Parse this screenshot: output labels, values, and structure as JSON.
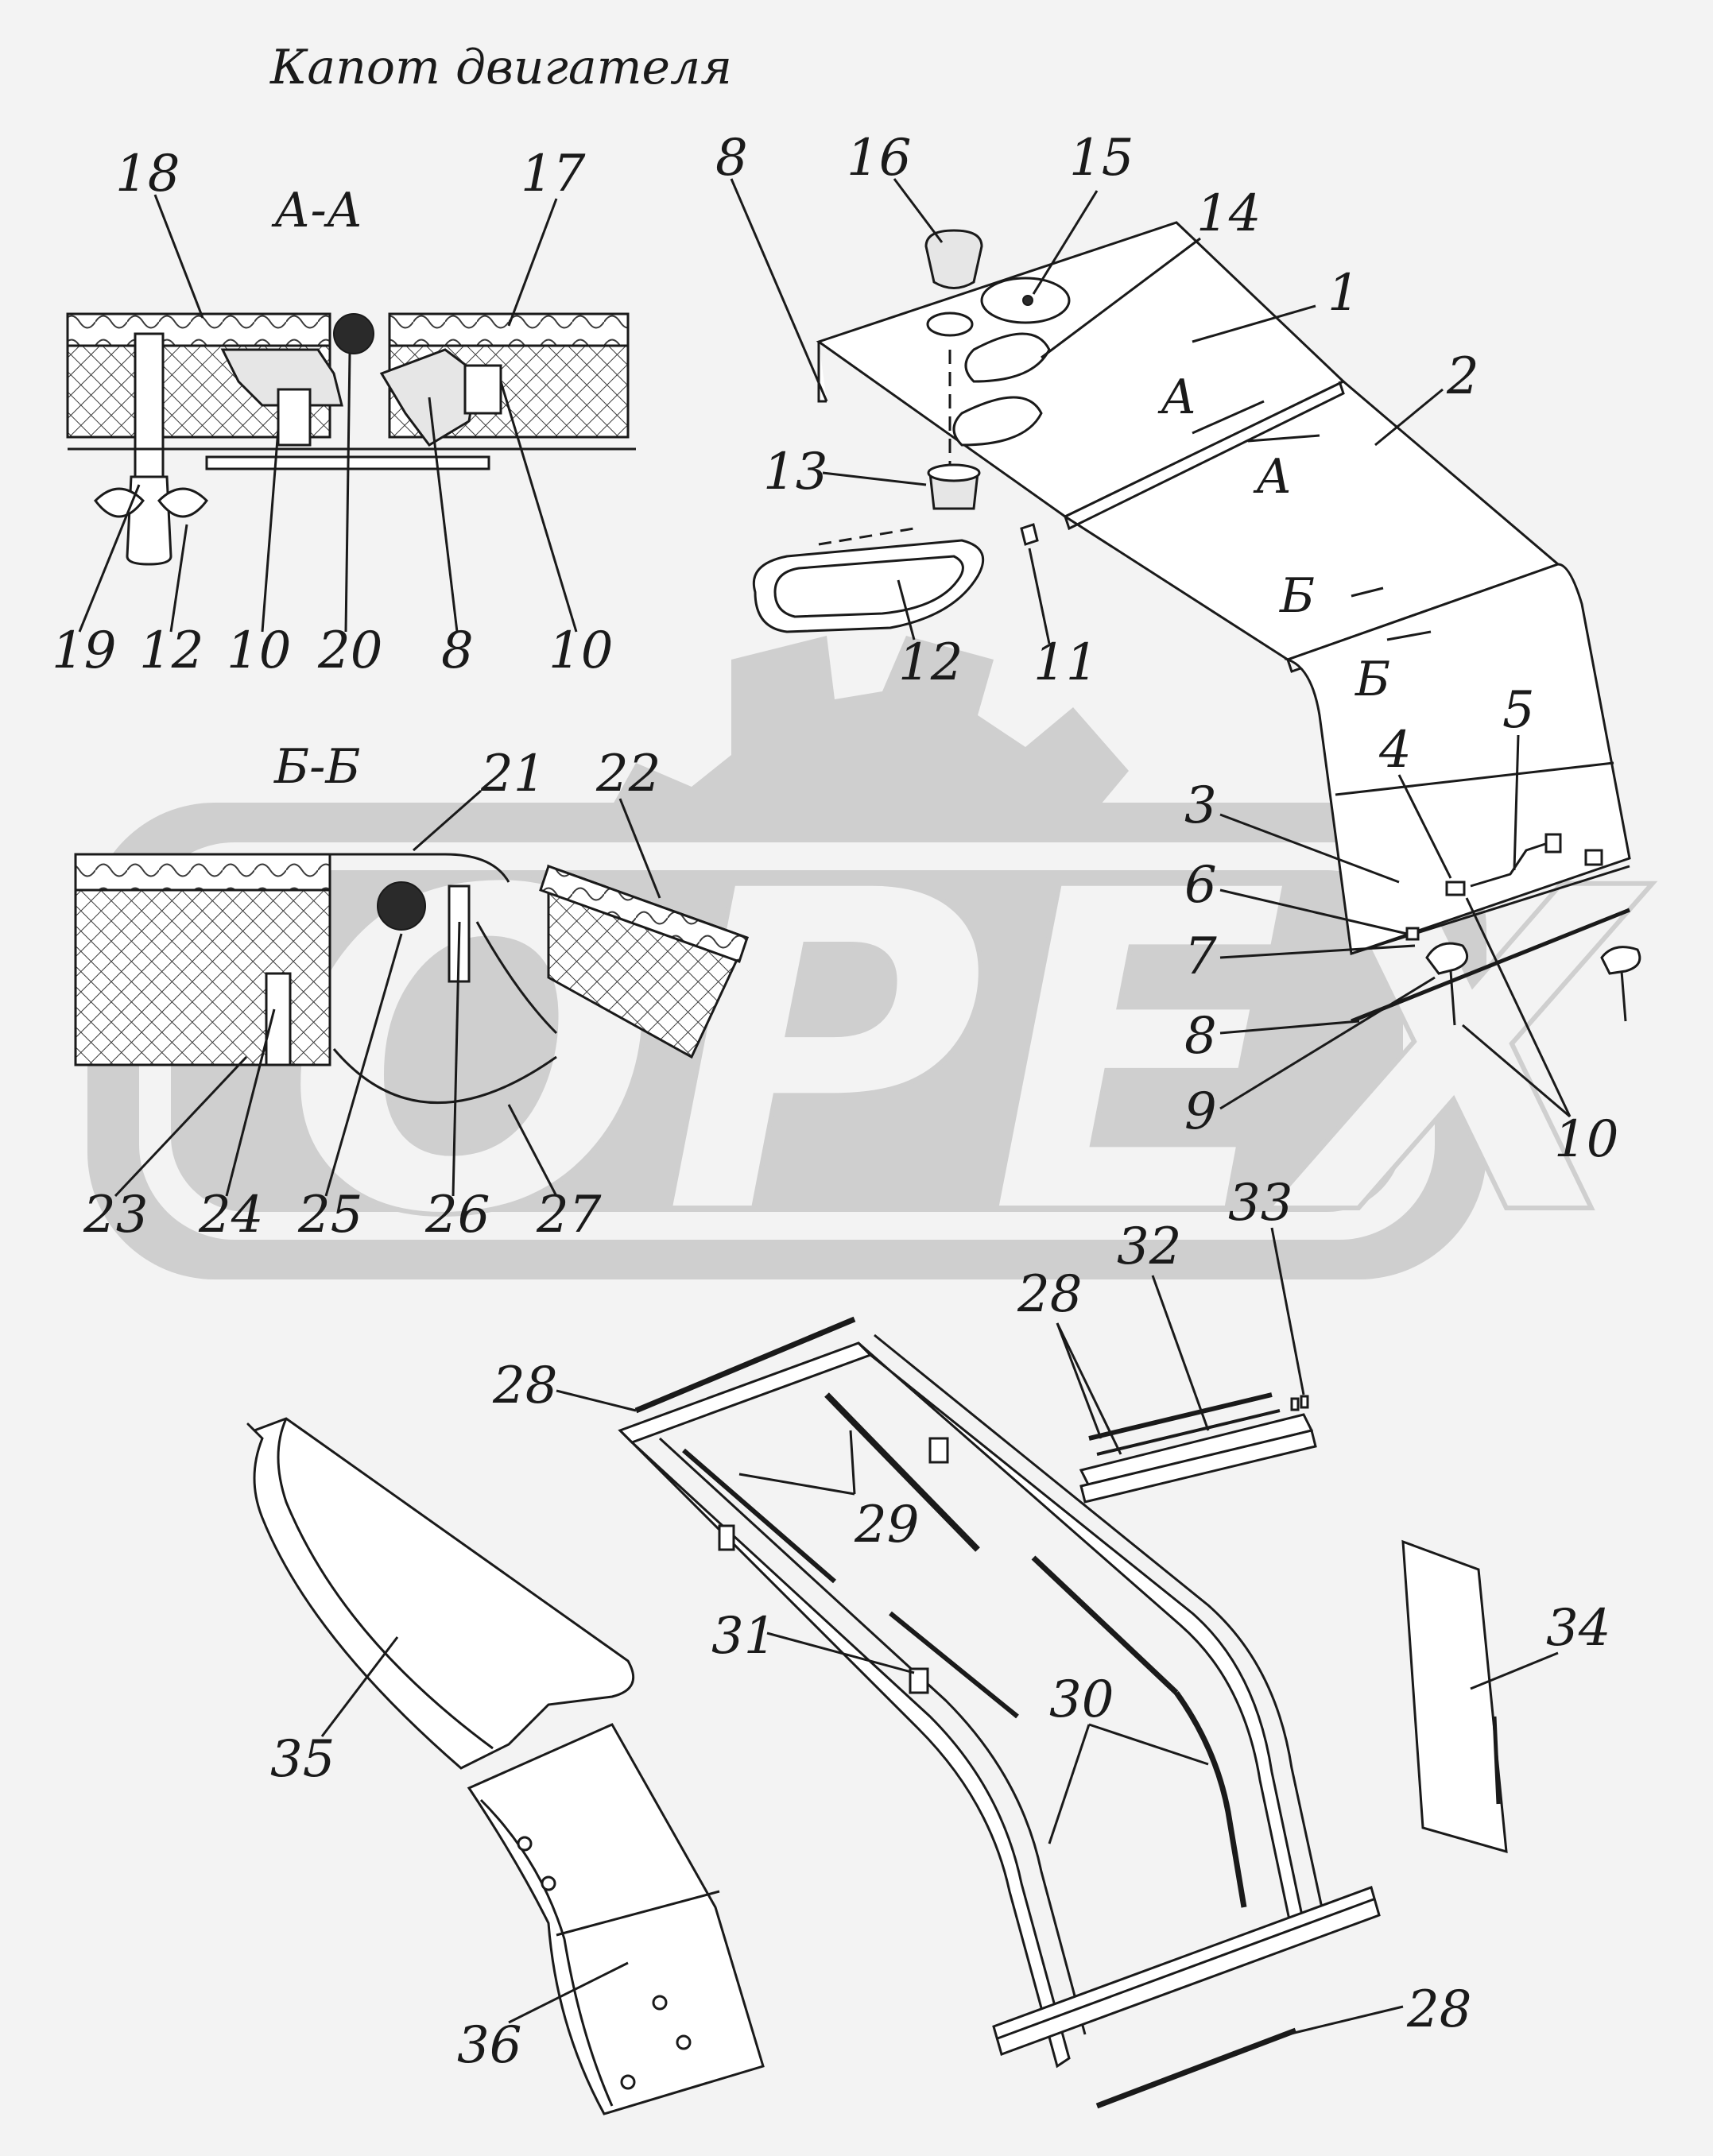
{
  "title": "Капот двигателя",
  "sections": {
    "aa": "А-А",
    "bb": "Б-Б",
    "cut_a": "А",
    "cut_b": "Б"
  },
  "watermark": {
    "text": "OPEX",
    "color": "#cfcfcf"
  },
  "callouts": {
    "aa_18": "18",
    "aa_17": "17",
    "aa_19": "19",
    "aa_12": "12",
    "aa_10a": "10",
    "aa_20": "20",
    "aa_8": "8",
    "aa_10b": "10",
    "bb_21": "21",
    "bb_22": "22",
    "bb_23": "23",
    "bb_24": "24",
    "bb_25": "25",
    "bb_26": "26",
    "bb_27": "27",
    "p1": "1",
    "p2": "2",
    "p3": "3",
    "p4": "4",
    "p5": "5",
    "p6": "6",
    "p7": "7",
    "p8a": "8",
    "p8b": "8",
    "p9": "9",
    "p10": "10",
    "p11": "11",
    "p12": "12",
    "p13": "13",
    "p14": "14",
    "p15": "15",
    "p16": "16",
    "p28a": "28",
    "p28b": "28",
    "p28c": "28",
    "p29": "29",
    "p30": "30",
    "p31": "31",
    "p32": "32",
    "p33": "33",
    "p34": "34",
    "p35": "35",
    "p36": "36"
  }
}
